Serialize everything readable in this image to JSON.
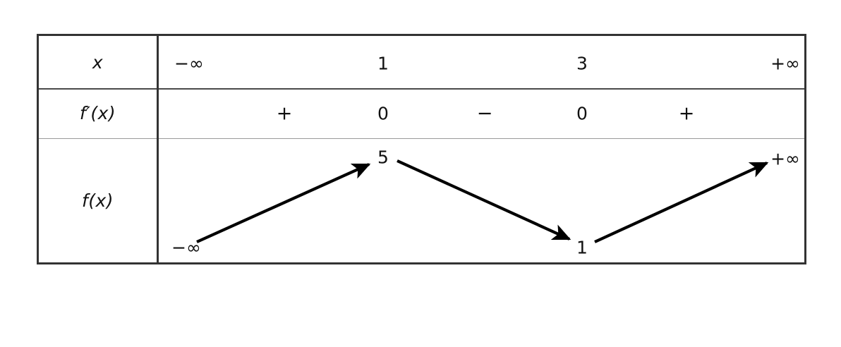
{
  "figure": {
    "kind": "variation-table",
    "description": "Tableau de variations de f",
    "border_color": "#333333",
    "separator_color": "#4a4a4a",
    "text_color": "#111111",
    "background": "#ffffff"
  },
  "table": {
    "row_labels": {
      "x": "x",
      "f_prime": "f′(x)",
      "f": "f(x)"
    },
    "x_row": {
      "label": "x",
      "values": [
        {
          "text": "−∞",
          "name": "x-value-minus-infinity"
        },
        {
          "text": "1",
          "name": "x-value-1"
        },
        {
          "text": "3",
          "name": "x-value-3"
        },
        {
          "text": "+∞",
          "name": "x-value-plus-infinity"
        }
      ]
    },
    "f_prime_row": {
      "label": "f′(x)",
      "values": [
        {
          "text": "+",
          "name": "fprime-sign-plus-1"
        },
        {
          "text": "0",
          "name": "fprime-zero-at-1"
        },
        {
          "text": "−",
          "name": "fprime-sign-minus"
        },
        {
          "text": "0",
          "name": "fprime-zero-at-3"
        },
        {
          "text": "+",
          "name": "fprime-sign-plus-2"
        }
      ]
    },
    "f_row": {
      "label": "f(x)",
      "endpoints": [
        {
          "text": "−∞",
          "name": "f-value-minus-infinity"
        },
        {
          "text": "5",
          "name": "f-value-5"
        },
        {
          "text": "1",
          "name": "f-value-1"
        },
        {
          "text": "+∞",
          "name": "f-value-plus-infinity"
        }
      ],
      "arrows": [
        {
          "name": "arrow-increasing-1",
          "direction": "increasing",
          "from": "−∞",
          "to": "5"
        },
        {
          "name": "arrow-decreasing",
          "direction": "decreasing",
          "from": "5",
          "to": "1"
        },
        {
          "name": "arrow-increasing-2",
          "direction": "increasing",
          "from": "1",
          "to": "+∞"
        }
      ]
    }
  },
  "chart_data": {
    "type": "table",
    "title": "",
    "xlabel": "x",
    "ylabel": "f(x)",
    "categories": [
      "−∞",
      "1",
      "3",
      "+∞"
    ],
    "series": [
      {
        "name": "f'(x) sign",
        "values": [
          "+",
          "0",
          "−",
          "0",
          "+"
        ]
      },
      {
        "name": "f(x) values",
        "values": [
          "−∞",
          "5",
          "1",
          "+∞"
        ]
      }
    ],
    "variation": [
      {
        "interval": "(−∞, 1)",
        "monotonic": "increasing",
        "from": "−∞",
        "to": 5
      },
      {
        "interval": "(1, 3)",
        "monotonic": "decreasing",
        "from": 5,
        "to": 1
      },
      {
        "interval": "(3, +∞)",
        "monotonic": "increasing",
        "from": 1,
        "to": "+∞"
      }
    ],
    "critical_points": [
      {
        "x": 1,
        "f": 5,
        "type": "local maximum"
      },
      {
        "x": 3,
        "f": 1,
        "type": "local minimum"
      }
    ],
    "grid": false,
    "legend": "none"
  }
}
